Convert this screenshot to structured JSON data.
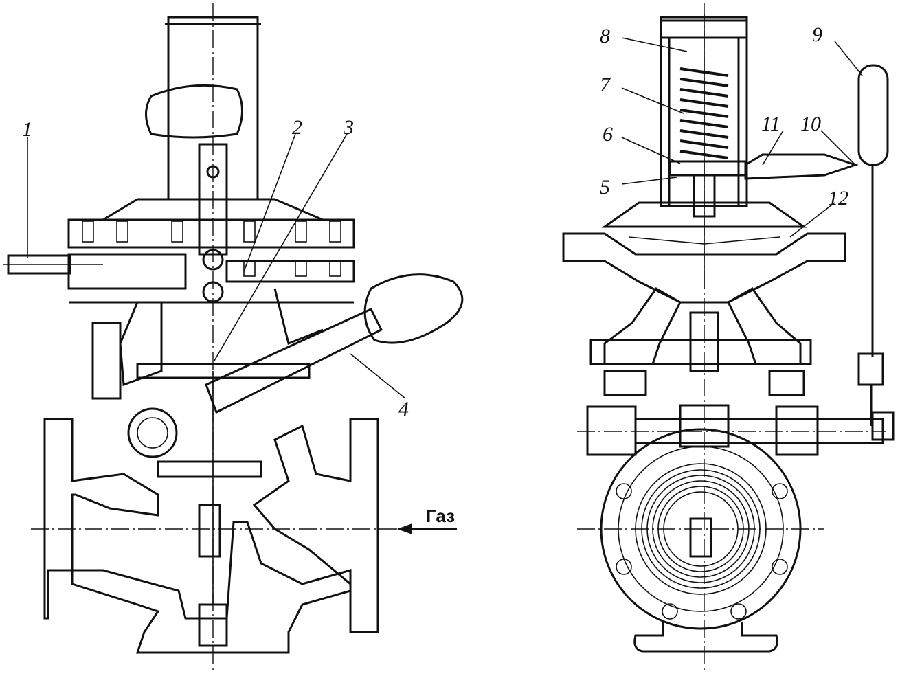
{
  "title": "Gas pressure regulator assembly drawing",
  "labels": {
    "l1": "1",
    "l2": "2",
    "l3": "3",
    "l4": "4",
    "l5": "5",
    "l6": "6",
    "l7": "7",
    "l8": "8",
    "l9": "9",
    "l10": "10",
    "l11": "11",
    "l12": "12"
  },
  "flow_label": "Газ"
}
